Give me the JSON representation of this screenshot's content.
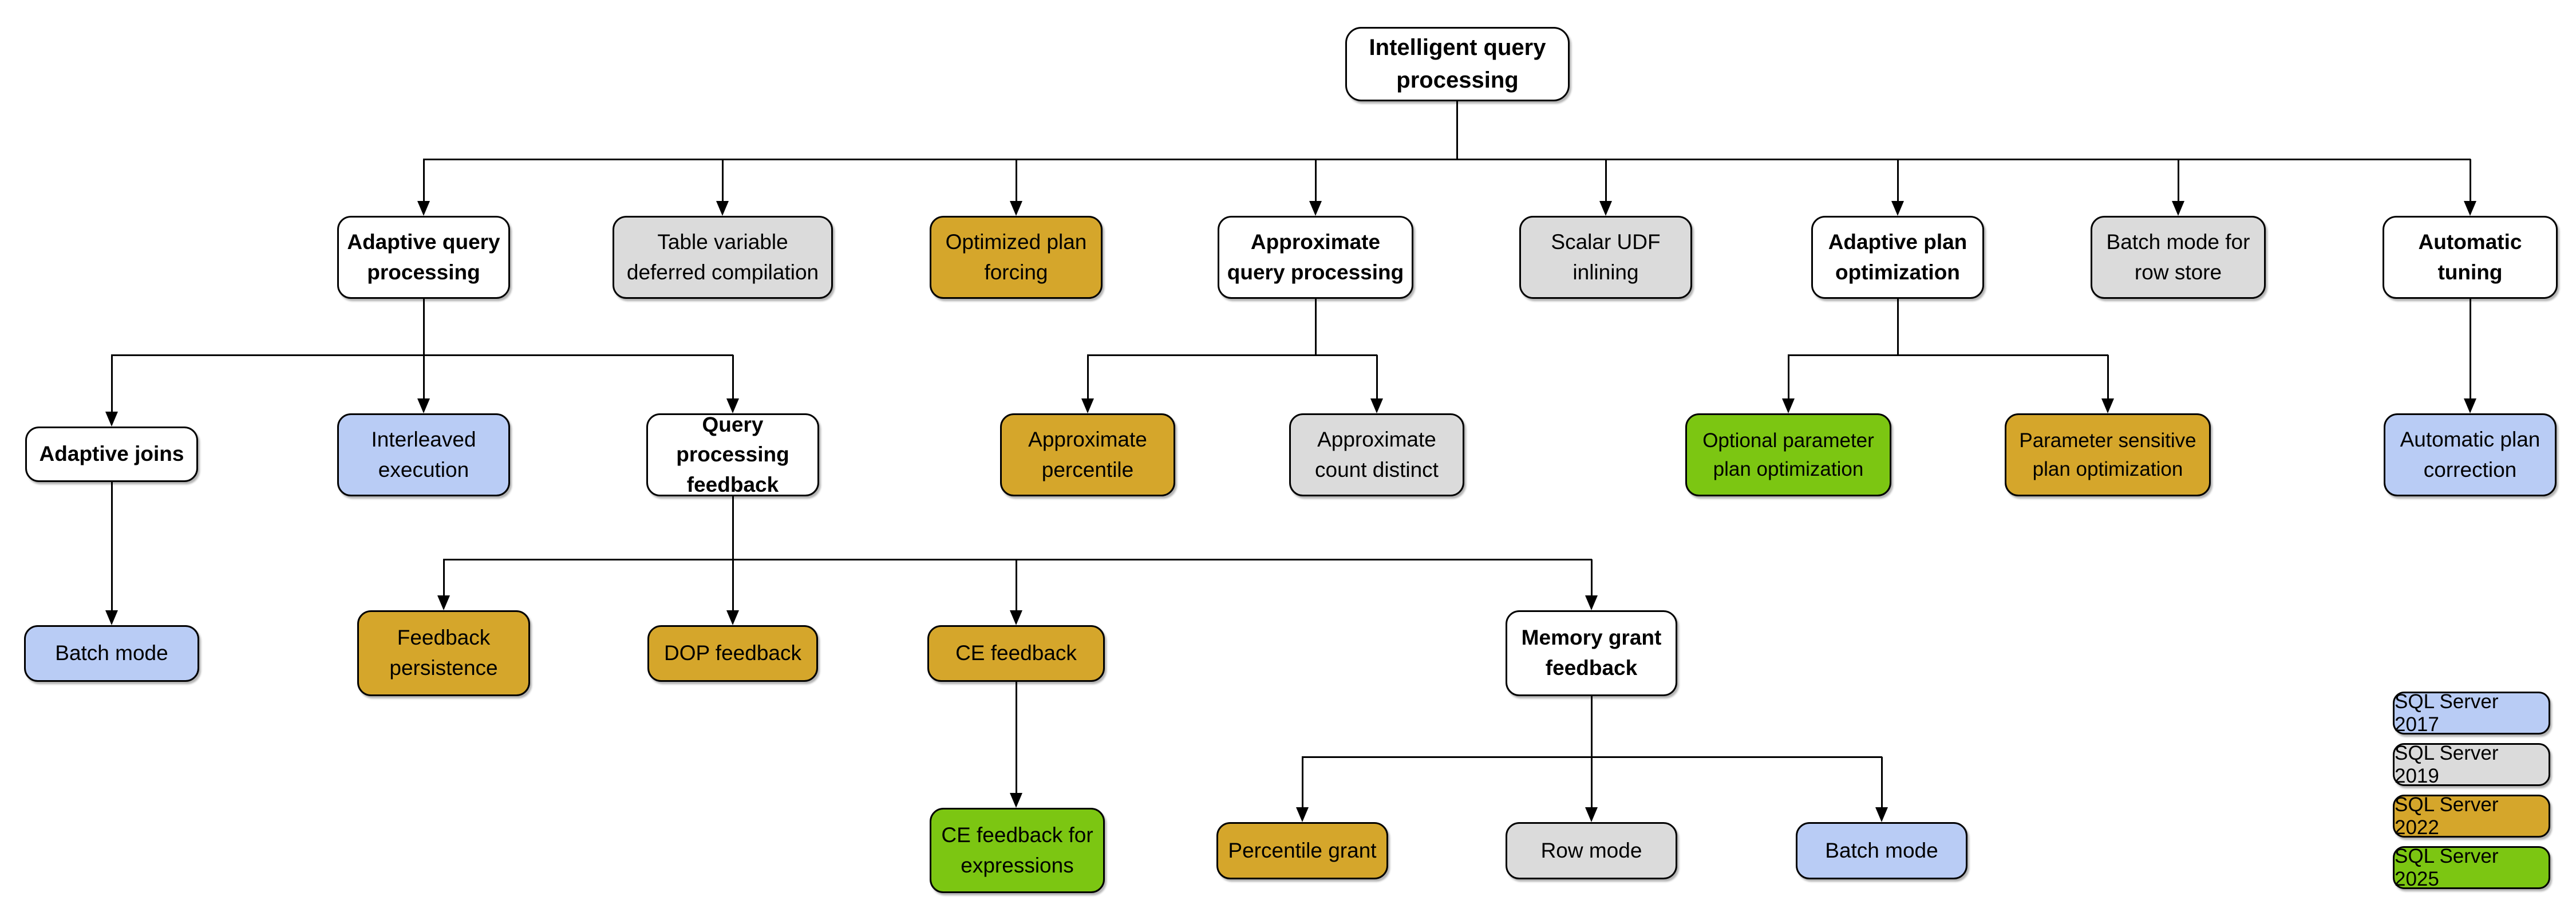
{
  "title": "Intelligent query processing",
  "colors": {
    "box_white": "#FFFFFF",
    "box_gray": "#DBDBDB",
    "box_blue": "#B9CCF5",
    "box_gold": "#D5A62B",
    "box_green": "#7CC612",
    "line": "#000000"
  },
  "nodes": [
    {
      "label": "Intelligent query\nprocessing",
      "color_key": "white"
    },
    {
      "label": "Adaptive query\nprocessing",
      "color_key": "white"
    },
    {
      "label": "Table variable\ndeferred compilation",
      "color_key": "gray"
    },
    {
      "label": "Optimized plan\nforcing",
      "color_key": "gold"
    },
    {
      "label": "Approximate\nquery processing",
      "color_key": "white"
    },
    {
      "label": "Scalar UDF\ninlining",
      "color_key": "gray"
    },
    {
      "label": "Adaptive plan\noptimization",
      "color_key": "white"
    },
    {
      "label": "Batch mode for\nrow store",
      "color_key": "gray"
    },
    {
      "label": "Automatic\ntuning",
      "color_key": "white"
    },
    {
      "label": "Adaptive joins",
      "color_key": "white"
    },
    {
      "label": "Interleaved\nexecution",
      "color_key": "blue"
    },
    {
      "label": "Query processing\nfeedback",
      "color_key": "white"
    },
    {
      "label": "Approximate\npercentile",
      "color_key": "gold"
    },
    {
      "label": "Approximate\ncount distinct",
      "color_key": "gray"
    },
    {
      "label": "Optional parameter\nplan optimization",
      "color_key": "green"
    },
    {
      "label": "Parameter sensitive\nplan optimization",
      "color_key": "gold"
    },
    {
      "label": "Automatic plan\ncorrection",
      "color_key": "blue"
    },
    {
      "label": "Batch mode",
      "color_key": "blue"
    },
    {
      "label": "Feedback\npersistence",
      "color_key": "gold"
    },
    {
      "label": "DOP feedback",
      "color_key": "gold"
    },
    {
      "label": "CE feedback",
      "color_key": "gold"
    },
    {
      "label": "Memory grant\nfeedback",
      "color_key": "white"
    },
    {
      "label": "CE feedback for\nexpressions",
      "color_key": "green"
    },
    {
      "label": "Percentile grant",
      "color_key": "gold"
    },
    {
      "label": "Row mode",
      "color_key": "gray"
    },
    {
      "label": "Batch mode",
      "color_key": "blue"
    }
  ],
  "legend": {
    "items": [
      {
        "label": "SQL Server 2017",
        "color_key": "blue",
        "color": "#B9CCF5"
      },
      {
        "label": "SQL Server 2019",
        "color_key": "gray",
        "color": "#DBDBDB"
      },
      {
        "label": "SQL Server 2022",
        "color_key": "gold",
        "color": "#D5A62B"
      },
      {
        "label": "SQL Server 2025",
        "color_key": "green",
        "color": "#7CC612"
      }
    ]
  }
}
